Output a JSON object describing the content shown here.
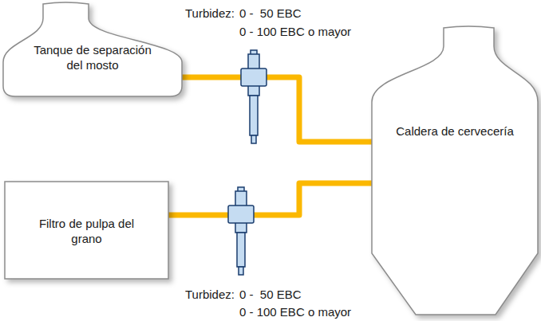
{
  "diagram": {
    "nodes": [
      {
        "text": [
          "Tanque de separación del mosto"
        ]
      },
      {
        "text": [
          "Caldera de cervecería"
        ]
      },
      {
        "text": [
          "Filtro de pulpa del grano"
        ]
      }
    ],
    "edges": [
      {
        "from": 0,
        "to": 1,
        "arrow": "none"
      },
      {
        "from": 2,
        "to": 1,
        "arrow": "none"
      }
    ],
    "labels": [
      "Turbidez:",
      "0 -  50 EBC",
      "0 - 100 EBC o mayor",
      "Turbidez:",
      "0 -  50 EBC",
      "0 - 100 EBC o mayor"
    ]
  }
}
